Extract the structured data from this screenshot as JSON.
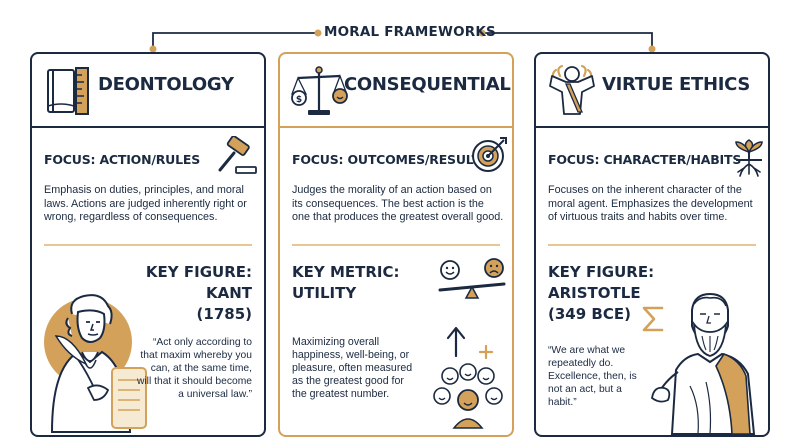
{
  "title": "MORAL FRAMEWORKS",
  "colors": {
    "navy": "#1b2a41",
    "gold": "#d3a15a"
  },
  "cards": [
    {
      "title": "DEONTOLOGY",
      "focus": "FOCUS: ACTION/RULES",
      "description": "Emphasis on duties, principles, and moral laws. Actions are judged inherently right or wrong, regardless of consequences.",
      "figure_label": "KEY FIGURE:",
      "figure_name": "KANT",
      "figure_date": "(1785)",
      "quote": "“Act only according to that maxim whereby you can, at the same time, will that it should become a universal law.”",
      "icons": [
        "book-ruler-icon",
        "gavel-icon",
        "kant-portrait-icon"
      ]
    },
    {
      "title": "CONSEQUENTIALISM",
      "focus": "FOCUS: OUTCOMES/RESULTS",
      "description": "Judges the morality of an action based on its consequences. The best action is the one that produces the greatest overall good.",
      "figure_label": "KEY METRIC:",
      "figure_name": "UTILITY",
      "quote": "Maximizing overall happiness, well-being, or pleasure, often measured as the greatest good for the greatest number.",
      "icons": [
        "balance-scale-icon",
        "target-icon",
        "seesaw-faces-icon",
        "crowd-faces-icon"
      ]
    },
    {
      "title": "VIRTUE ETHICS",
      "focus": "FOCUS: CHARACTER/HABITS",
      "description": "Focuses on the inherent character of the moral agent. Emphasizes the development of virtuous traits and habits over time.",
      "figure_label": "KEY FIGURE:",
      "figure_name": "ARISTOTLE",
      "figure_date": "(349 BCE)",
      "quote": "“We are what we repeatedly do. Excellence, then, is not an act, but a habit.”",
      "icons": [
        "athlete-laurel-icon",
        "plant-roots-icon",
        "sigma-icon",
        "aristotle-portrait-icon"
      ]
    }
  ]
}
